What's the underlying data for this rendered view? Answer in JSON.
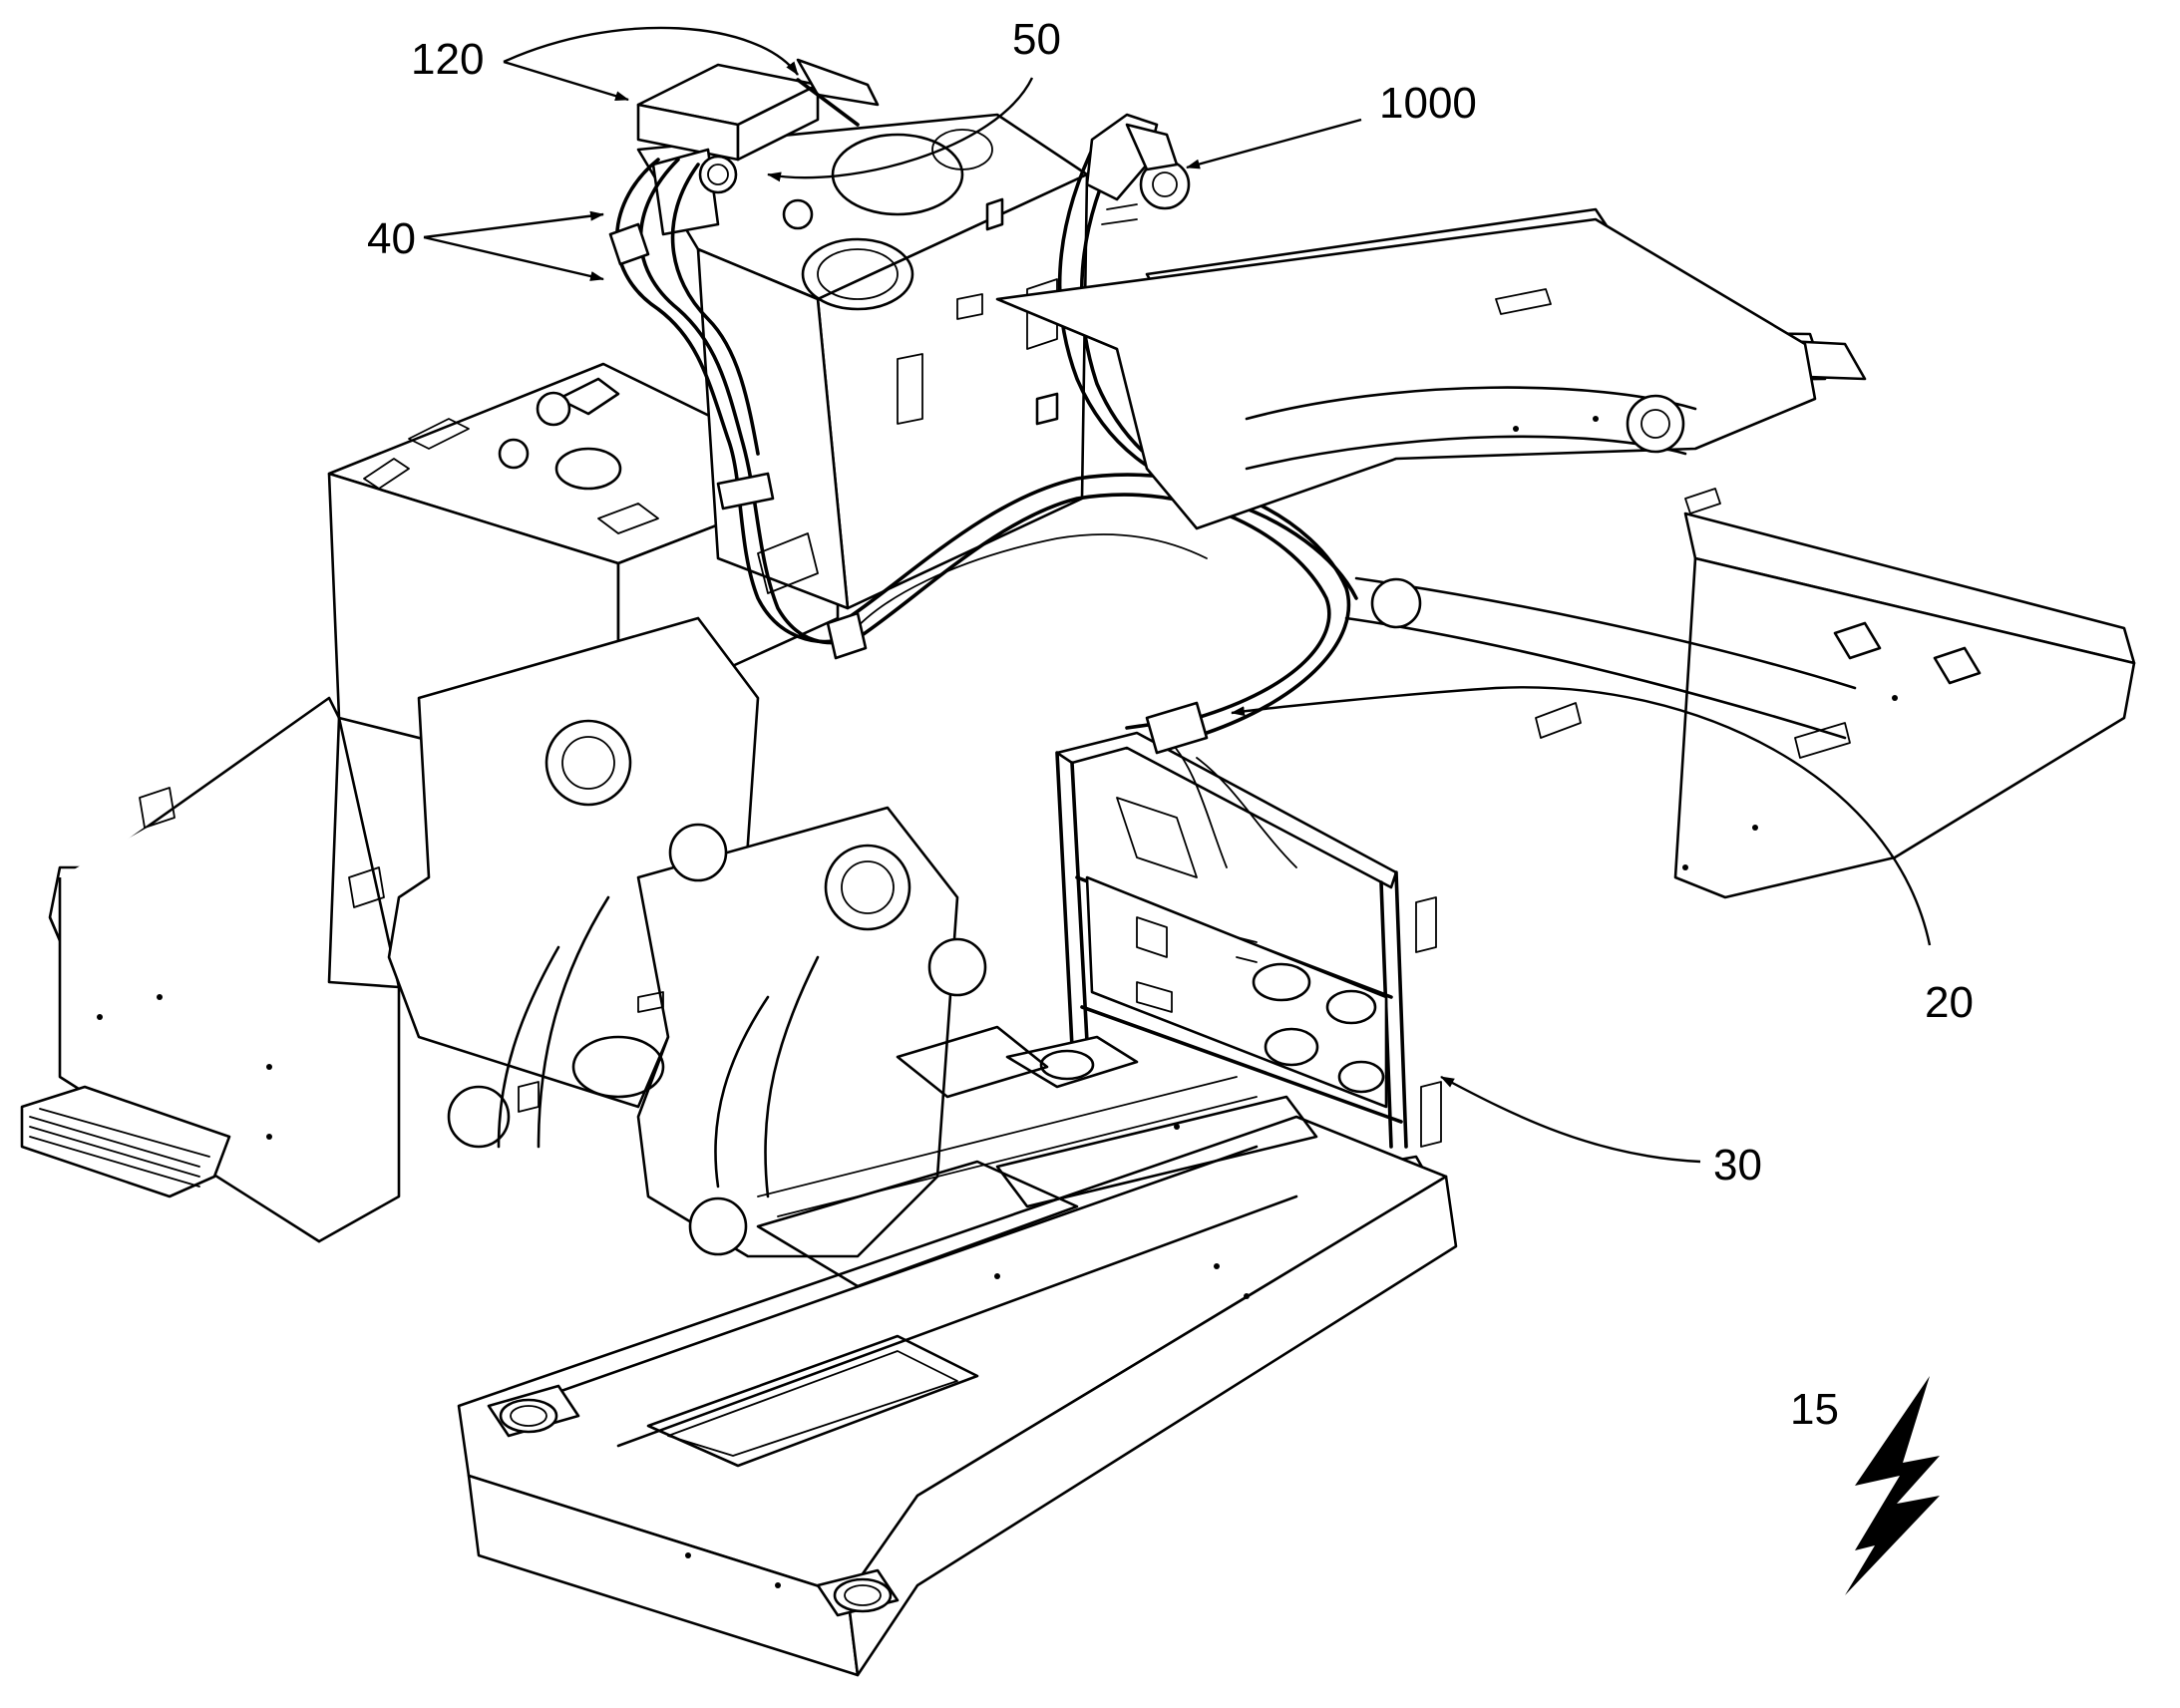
{
  "figure": {
    "reference_labels": [
      {
        "id": "ref-120",
        "text": "120"
      },
      {
        "id": "ref-50",
        "text": "50"
      },
      {
        "id": "ref-1000",
        "text": "1000"
      },
      {
        "id": "ref-40",
        "text": "40"
      },
      {
        "id": "ref-20",
        "text": "20"
      },
      {
        "id": "ref-30",
        "text": "30"
      },
      {
        "id": "ref-15",
        "text": "15"
      }
    ]
  },
  "colors": {
    "line": "#000000",
    "background": "#ffffff"
  },
  "icons": {
    "direction_marker": "lightning-arrow-icon"
  }
}
